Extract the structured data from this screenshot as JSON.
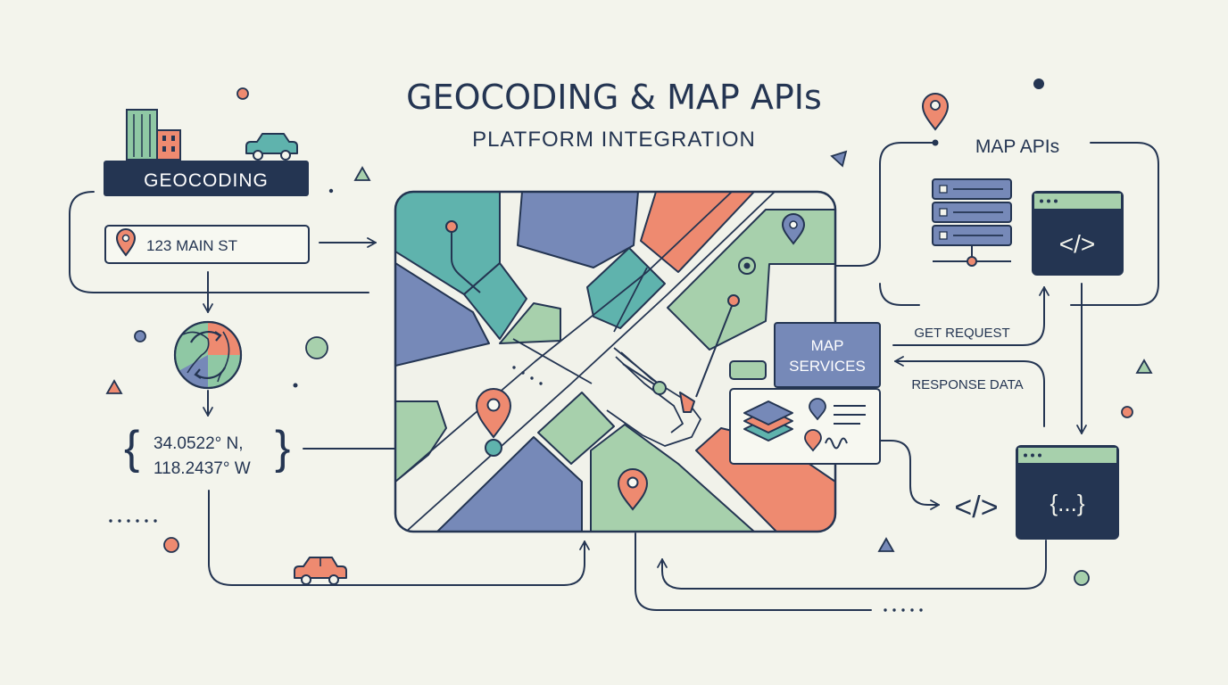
{
  "header": {
    "title": "GEOCODING & MAP APIs",
    "subtitle": "PLATFORM INTEGRATION"
  },
  "geocoding": {
    "badge_label": "GEOCODING",
    "address_text": "123 MAIN ST",
    "coords_line1": "34.0522° N,",
    "coords_line2": "118.2437° W",
    "brace_open": "{",
    "brace_close": "}"
  },
  "map_services": {
    "label_line1": "MAP",
    "label_line2": "SERVICES"
  },
  "map_apis": {
    "title": "MAP APIs",
    "request_label": "GET REQUEST",
    "response_label": "RESPONSE DATA",
    "code_window_glyph": "</>",
    "json_window_glyph": "{...}",
    "loose_code_glyph": "</>"
  },
  "colors": {
    "navy": "#243552",
    "teal": "#5fb3ad",
    "blue": "#7689b8",
    "coral": "#ee8a70",
    "green": "#a7d0ac",
    "background": "#f3f4ec"
  }
}
